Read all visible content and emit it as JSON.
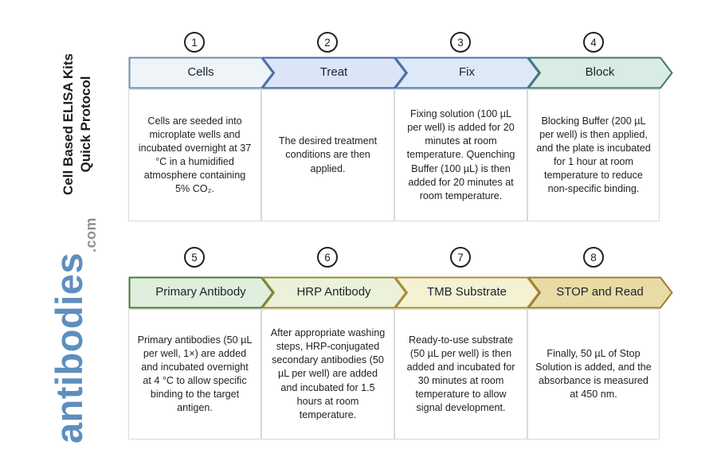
{
  "page": {
    "background": "#ffffff"
  },
  "sidebar": {
    "title_line1": "Cell Based ELISA Kits",
    "title_line2": "Quick Protocol",
    "logo_text": "antibodies",
    "logo_suffix": ".com",
    "logo_color": "#5d8fbe",
    "logo_suffix_color": "#8f8f8f"
  },
  "steps": [
    {
      "number": "1",
      "label": "Cells",
      "fill": "#eff4f9",
      "stroke": "#6e8eae",
      "description": "Cells are seeded into microplate wells and incubated overnight at 37 °C in a humidified atmosphere containing 5% CO₂."
    },
    {
      "number": "2",
      "label": "Treat",
      "fill": "#dce4f7",
      "stroke": "#41699e",
      "description": "The desired treatment conditions are then applied."
    },
    {
      "number": "3",
      "label": "Fix",
      "fill": "#dde9f7",
      "stroke": "#4a79a8",
      "description": "Fixing solution (100 µL per well) is added for 20 minutes at room temperature. Quenching Buffer (100 µL) is then added for 20 minutes at room temperature."
    },
    {
      "number": "4",
      "label": "Block",
      "fill": "#d8ece4",
      "stroke": "#45786c",
      "description": "Blocking Buffer (200 µL per well) is then applied, and the plate is incubated for 1 hour at room temperature to reduce non-specific binding."
    },
    {
      "number": "5",
      "label": "Primary Antibody",
      "fill": "#dfeedd",
      "stroke": "#4a7a38",
      "description": "Primary antibodies (50 µL per well, 1×) are added and incubated overnight at 4 °C to allow specific binding to the target antigen."
    },
    {
      "number": "6",
      "label": "HRP Antibody",
      "fill": "#ecf2da",
      "stroke": "#9d8b36",
      "description": "After appropriate washing steps, HRP-conjugated secondary antibodies (50 µL per well) are added and incubated for 1.5 hours at room temperature."
    },
    {
      "number": "7",
      "label": "TMB Substrate",
      "fill": "#f5f1d3",
      "stroke": "#ab8d3a",
      "description": "Ready-to-use substrate (50 µL per well) is then added and incubated for 30 minutes at room temperature to allow signal development."
    },
    {
      "number": "8",
      "label": "STOP and Read",
      "fill": "#e9dba6",
      "stroke": "#9b7f33",
      "description": "Finally, 50 µL of Stop Solution is added, and the absorbance is measured at 450 nm."
    }
  ]
}
